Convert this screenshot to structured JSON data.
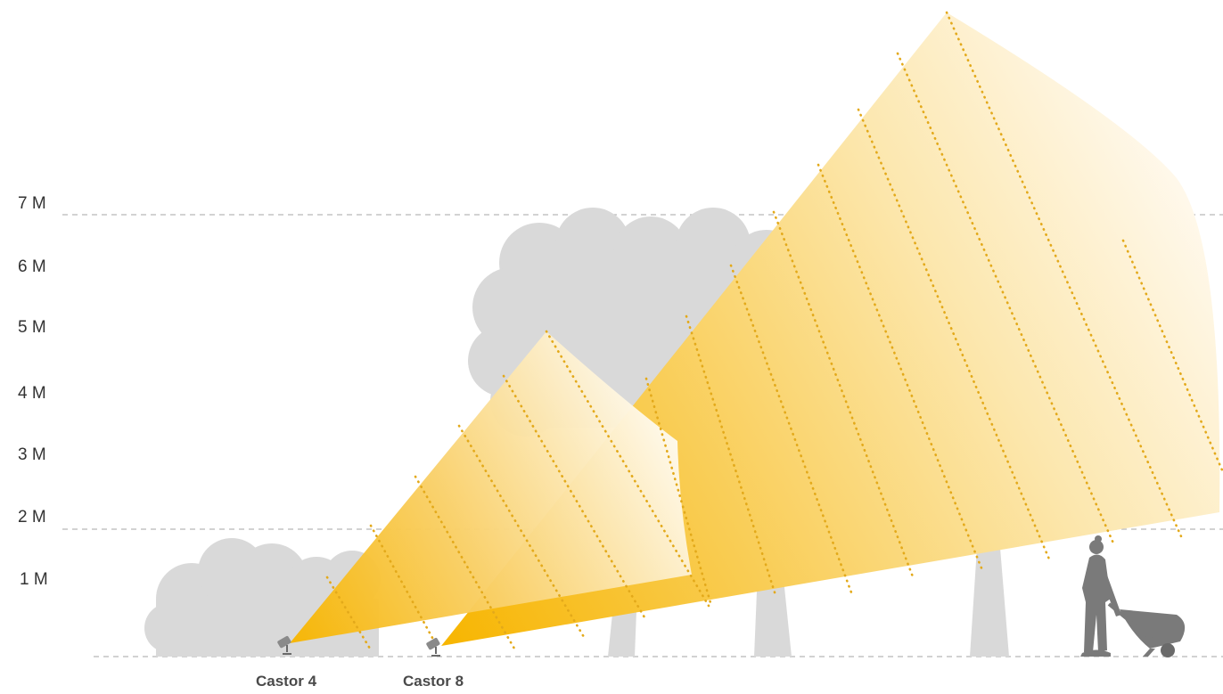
{
  "scale": {
    "labels": [
      "7 M",
      "6 M",
      "5 M",
      "4 M",
      "3 M",
      "2 M",
      "1 M"
    ]
  },
  "fixtures": [
    {
      "name": "Castor 4"
    },
    {
      "name": "Castor 8"
    }
  ],
  "colors": {
    "beam_strong": "#F7B500",
    "beam_soft": "#FFF6DD",
    "foliage": "#D9D9D9",
    "figure": "#7A7A7A",
    "dots": "#E3A91A",
    "guides": "#B8B8B8"
  }
}
